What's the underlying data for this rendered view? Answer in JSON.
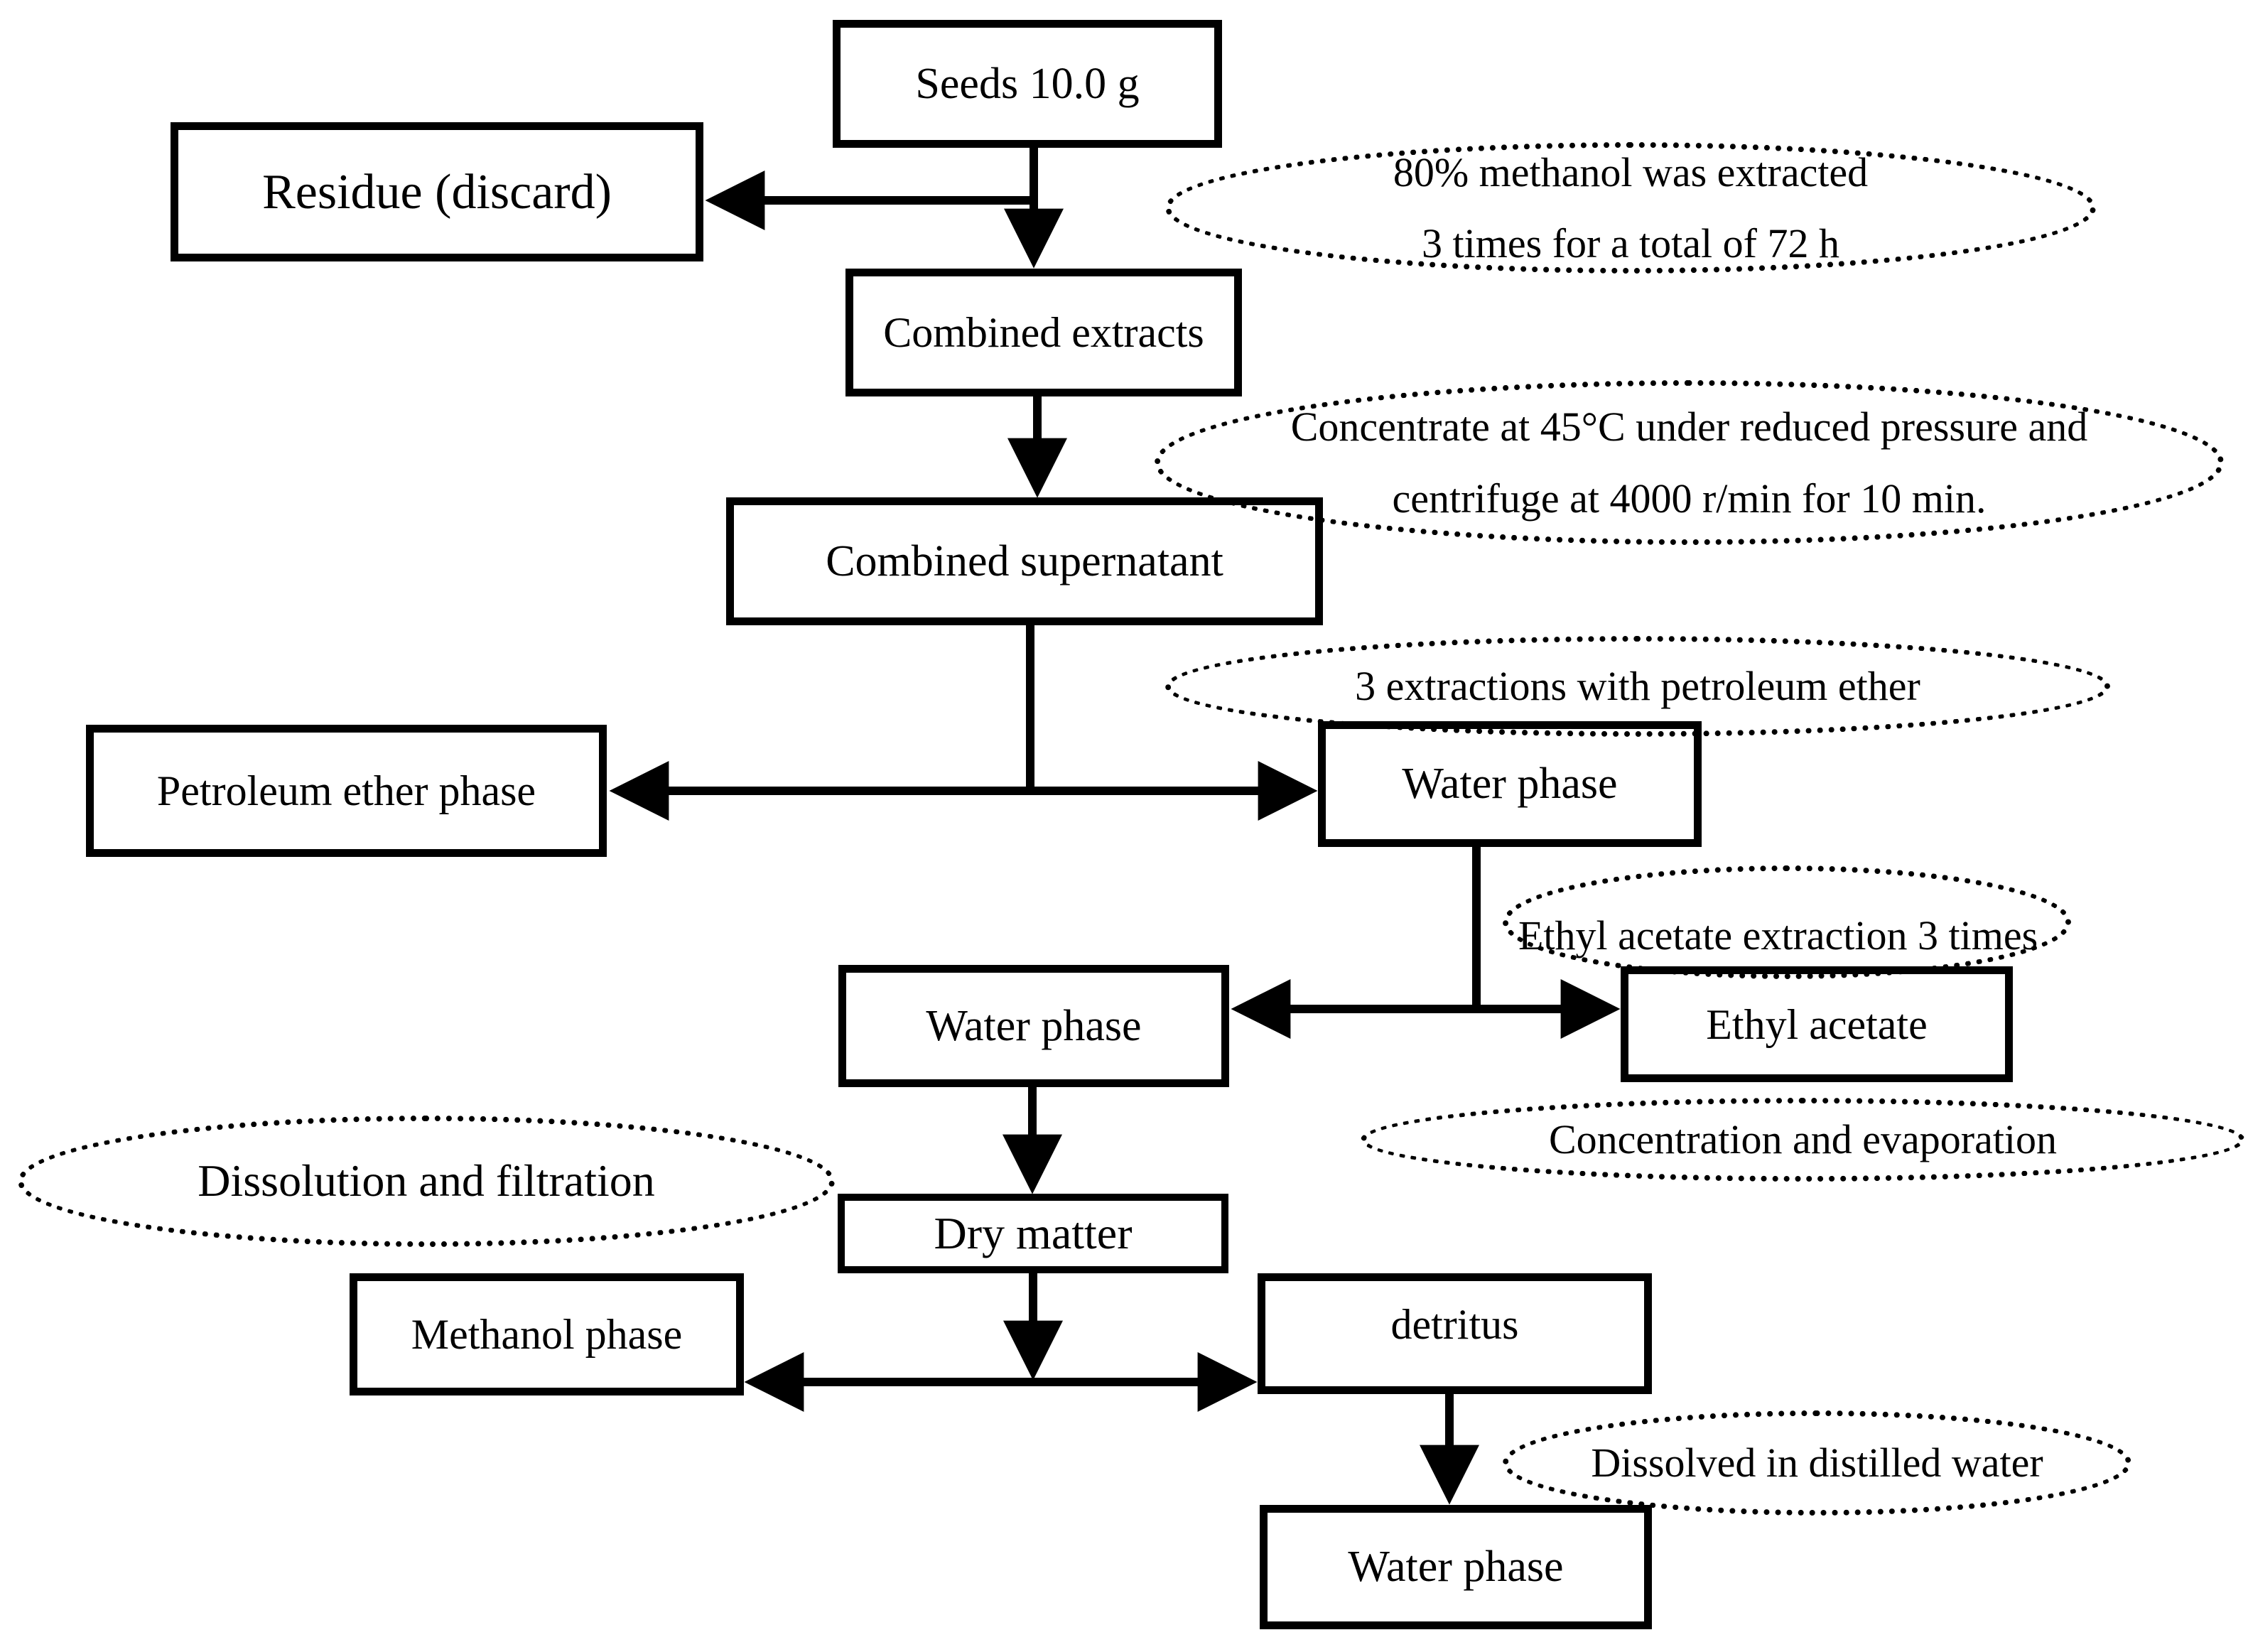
{
  "diagram": {
    "description": "Seed extraction process flowchart",
    "colors": {
      "line": "#000000",
      "background": "#ffffff"
    },
    "nodes": {
      "seeds": "Seeds 10.0 g",
      "residue": "Residue (discard)",
      "combined_extracts": "Combined extracts",
      "combined_supernatant": "Combined supernatant",
      "petroleum_ether_phase": "Petroleum ether phase",
      "water_phase_1": "Water phase",
      "water_phase_2": "Water phase",
      "ethyl_acetate": "Ethyl acetate",
      "dry_matter": "Dry matter",
      "methanol_phase": "Methanol phase",
      "detritus": "detritus",
      "water_phase_3": "Water phase"
    },
    "annotations": {
      "methanol_extraction_line1": "80% methanol was extracted",
      "methanol_extraction_line2": "3 times for a total of 72 h",
      "concentrate_line1": "Concentrate at 45°C under reduced pressure and",
      "concentrate_line2": "centrifuge at 4000 r/min for 10 min.",
      "petroleum_extractions": "3 extractions with petroleum ether",
      "ethyl_acetate_extraction": "Ethyl acetate extraction 3 times",
      "concentration_evaporation": "Concentration and evaporation",
      "dissolution_filtration": "Dissolution and filtration",
      "dissolved_distilled_water": "Dissolved in distilled water"
    }
  }
}
